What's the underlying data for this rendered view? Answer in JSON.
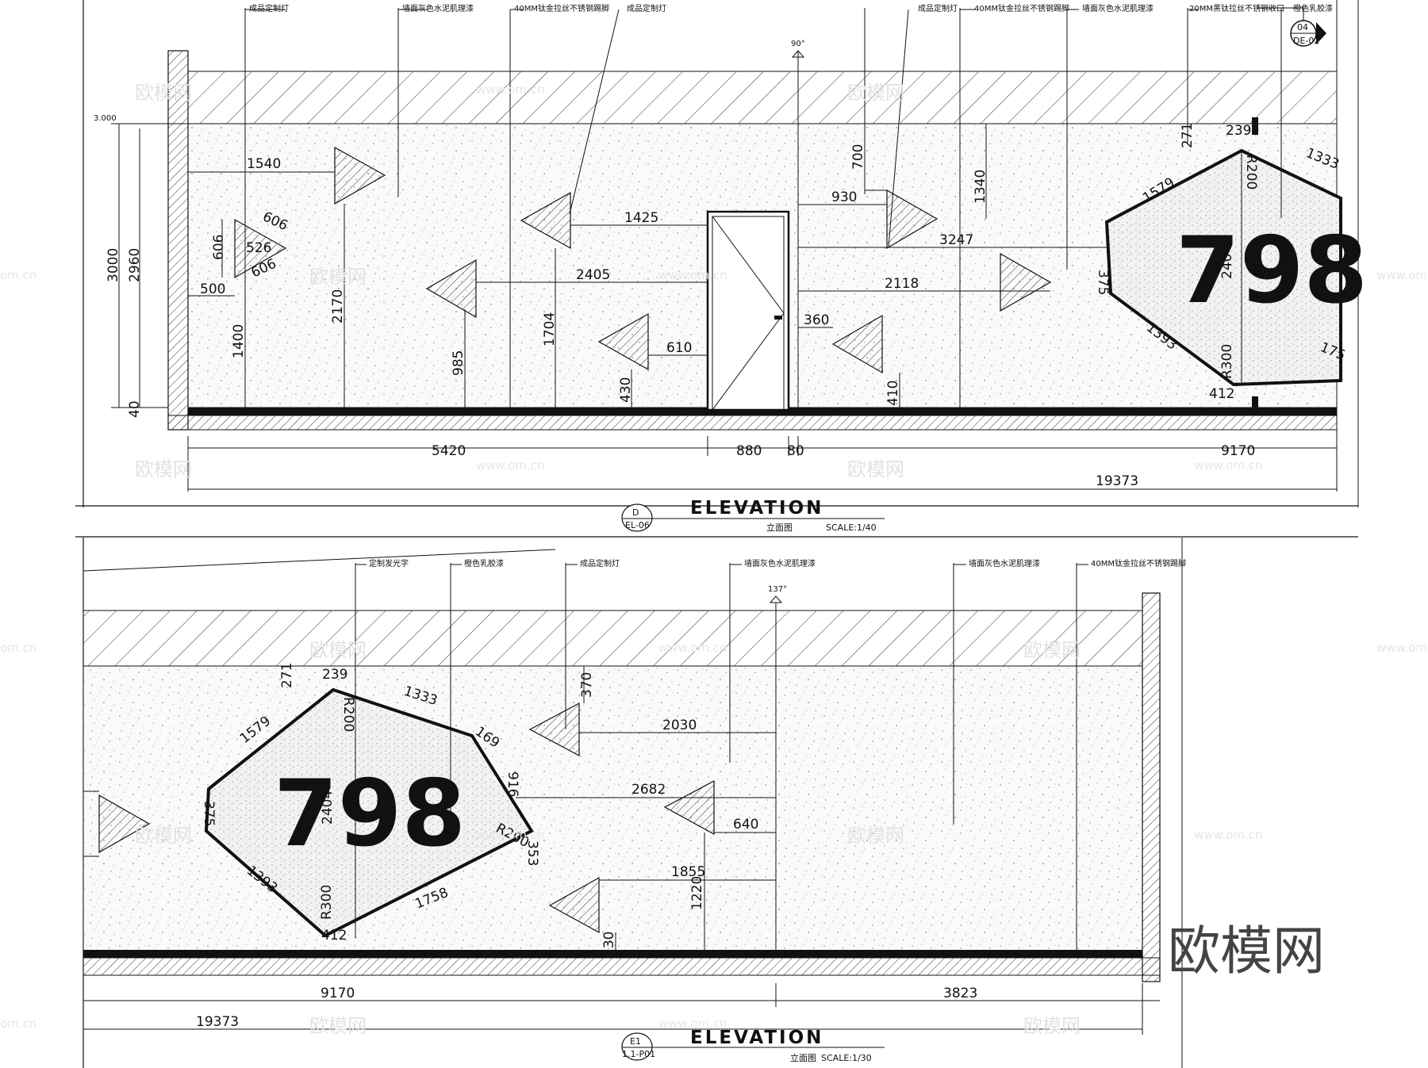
{
  "views": [
    {
      "id": "D",
      "ref": "EL-06",
      "title": "ELEVATION",
      "subtitle": "立面图",
      "scale": "SCALE:1/40",
      "level_mark": "3.000",
      "angle": "90°",
      "sign_text": "798",
      "section_ref": {
        "num": "04",
        "sheet": "DE-02"
      },
      "notes": [
        "成品定制灯",
        "墙面灰色水泥肌理漆",
        "40MM钛金拉丝不锈钢踢脚",
        "成品定制灯",
        "成品定制灯",
        "40MM钛金拉丝不锈钢踢脚",
        "墙面灰色水泥肌理漆",
        "20MM黑钛拉丝不锈钢收口",
        "橙色乳胶漆"
      ],
      "dims": [
        "1540",
        "606",
        "526",
        "606",
        "606",
        "500",
        "1400",
        "2170",
        "3000",
        "2960",
        "40",
        "1425",
        "2405",
        "1704",
        "985",
        "610",
        "430",
        "700",
        "930",
        "3247",
        "2118",
        "360",
        "410",
        "1340",
        "271",
        "239",
        "R200",
        "1333",
        "1579",
        "375",
        "2404",
        "1393",
        "R300",
        "412",
        "175"
      ],
      "bottom_dims": [
        "5420",
        "880",
        "80",
        "9170",
        "19373"
      ]
    },
    {
      "id": "E1",
      "ref": "1.1-P01",
      "title": "ELEVATION",
      "subtitle": "立面图",
      "scale": "SCALE:1/30",
      "angle": "137°",
      "sign_text": "798",
      "notes": [
        "定制发光字",
        "橙色乳胶漆",
        "成品定制灯",
        "墙面灰色水泥肌理漆",
        "墙面灰色水泥肌理漆",
        "40MM钛金拉丝不锈钢踢脚"
      ],
      "dims": [
        "271",
        "239",
        "R200",
        "1333",
        "169",
        "1579",
        "375",
        "2404",
        "916",
        "R200",
        "353",
        "1393",
        "1758",
        "R300",
        "412",
        "370",
        "2030",
        "2682",
        "640",
        "1855",
        "1220",
        "230"
      ],
      "bottom_dims": [
        "9170",
        "3823",
        "19373"
      ]
    }
  ],
  "watermark": {
    "brand": "欧模网",
    "site": "www.om.cn",
    "site_short": "om.cn"
  }
}
